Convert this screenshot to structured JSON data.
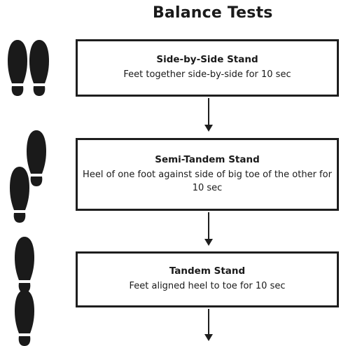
{
  "title": "Balance Tests",
  "steps": [
    {
      "name": "Side-by-Side Stand",
      "description": "Feet together side-by-side for 10 sec"
    },
    {
      "name": "Semi-Tandem Stand",
      "description": "Heel of one foot against side of big toe of the other for 10 sec"
    },
    {
      "name": "Tandem Stand",
      "description": "Feet aligned heel to toe for 10 sec"
    }
  ],
  "icons": [
    "footprints-side-by-side-icon",
    "footprints-semi-tandem-icon",
    "footprints-tandem-icon"
  ],
  "colors": {
    "ink": "#1e1e1e",
    "background": "#ffffff"
  }
}
